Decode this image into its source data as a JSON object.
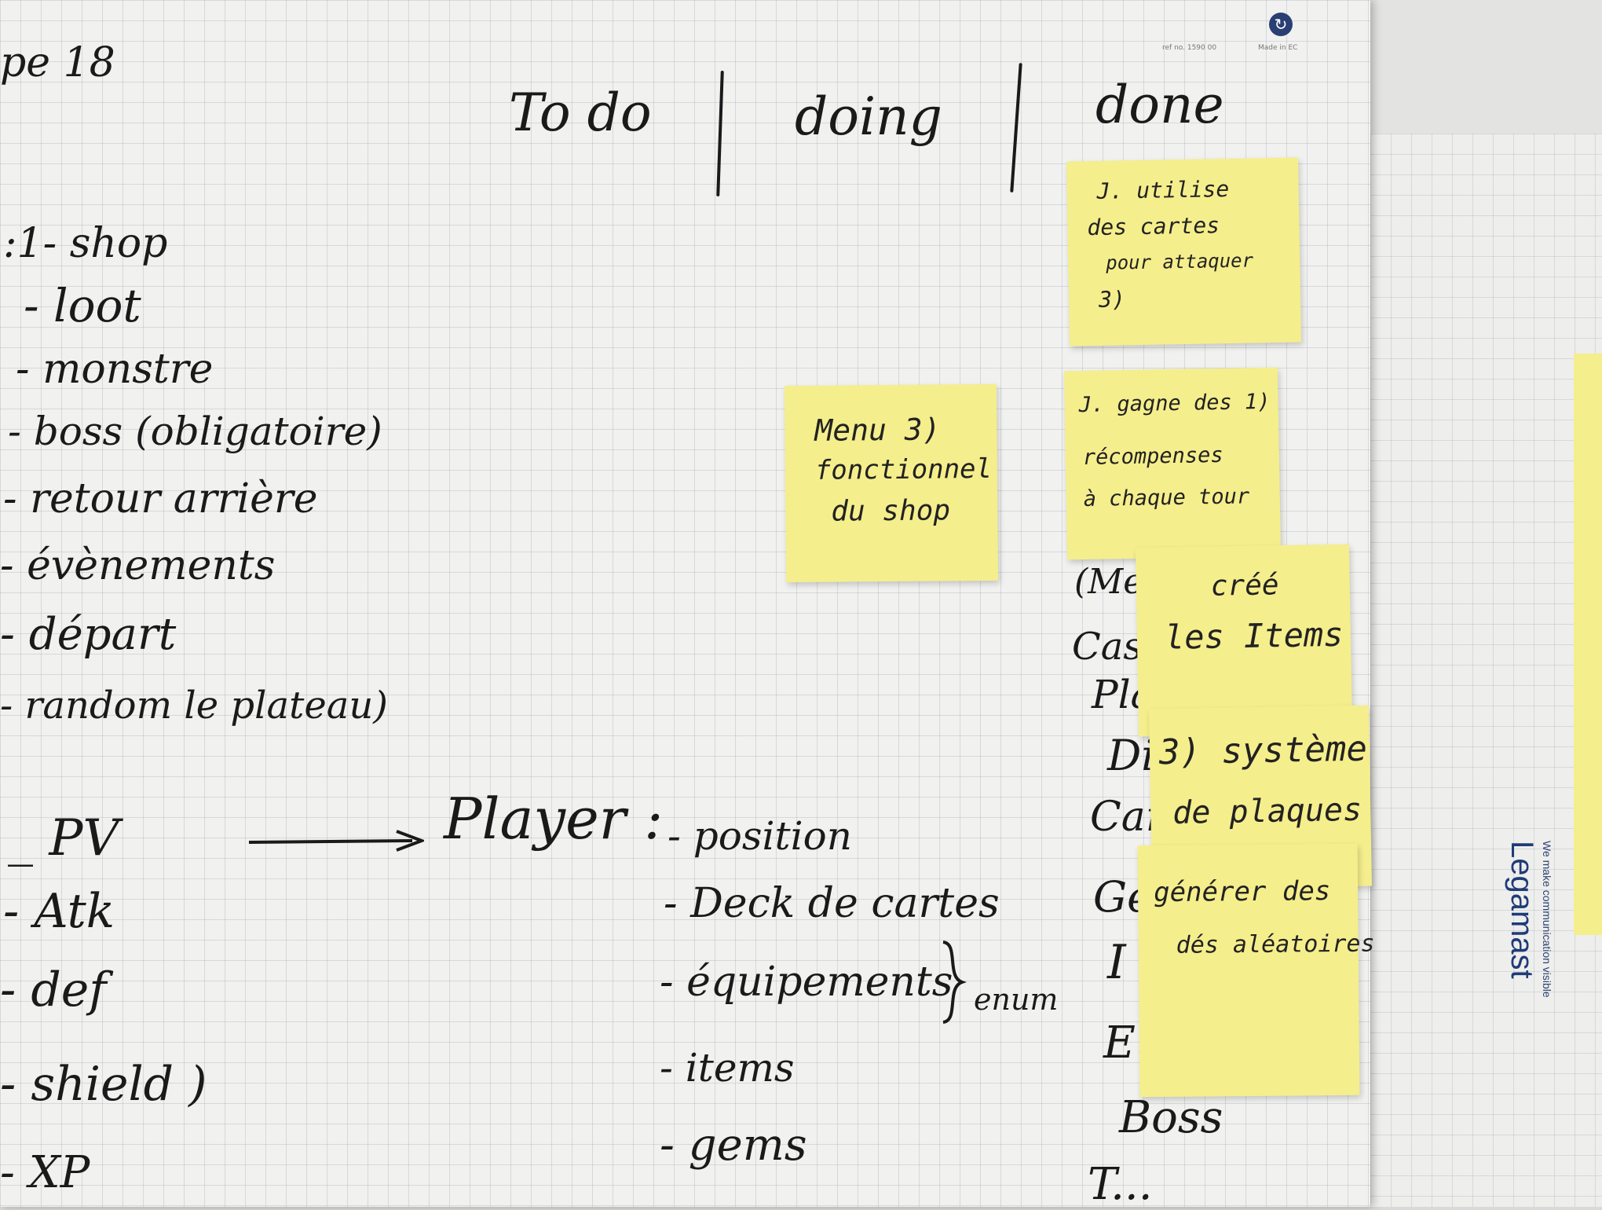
{
  "paper": {
    "corner_ref": "ref no. 1590 00",
    "corner_made_in": "Made in EC",
    "logo_glyph": "↻",
    "brand_name": "Legamast",
    "brand_tagline": "We make communication visible"
  },
  "board": {
    "header_left": "pe   18",
    "columns": [
      "To do",
      "doing",
      "done"
    ]
  },
  "left_list": [
    ":1- shop",
    "- loot",
    "- monstre",
    "- boss (obligatoire)",
    "- retour arrière",
    "- évènements",
    "- départ",
    "- random le plateau)"
  ],
  "stats_list": [
    "_ PV",
    "- Atk",
    "- def",
    "- shield )",
    "- XP"
  ],
  "player": {
    "label": "Player :",
    "attributes": [
      "- position",
      "- Deck de cartes",
      "- équipements",
      "- items",
      "- gems"
    ],
    "brace_label": "enum"
  },
  "done_column_words": [
    "(Mea)",
    "Cas",
    "Pla",
    "Di",
    "Car",
    "Ge",
    "I",
    "Eq",
    "Boss",
    "T..."
  ],
  "sticky_notes": [
    {
      "id": "note-cards-attack",
      "lines": [
        "J. utilise",
        "des cartes",
        "pour attaquer",
        "3)"
      ]
    },
    {
      "id": "note-shop-menu",
      "lines": [
        "Menu  3)",
        "fonctionnel",
        "du shop"
      ]
    },
    {
      "id": "note-rewards",
      "lines": [
        "J. gagne des 1)",
        "récompenses",
        "à chaque tour"
      ]
    },
    {
      "id": "note-create-items",
      "lines": [
        "créé",
        "les Items"
      ]
    },
    {
      "id": "note-tile-system",
      "lines": [
        "3) système",
        "de plaques"
      ]
    },
    {
      "id": "note-dice",
      "lines": [
        "générer des",
        "dés aléatoires"
      ]
    }
  ],
  "colors": {
    "sticky": "#f5ee8c",
    "ink": "#1a1a1a",
    "paper": "#f1f1ef",
    "brand": "#1f3b78"
  }
}
